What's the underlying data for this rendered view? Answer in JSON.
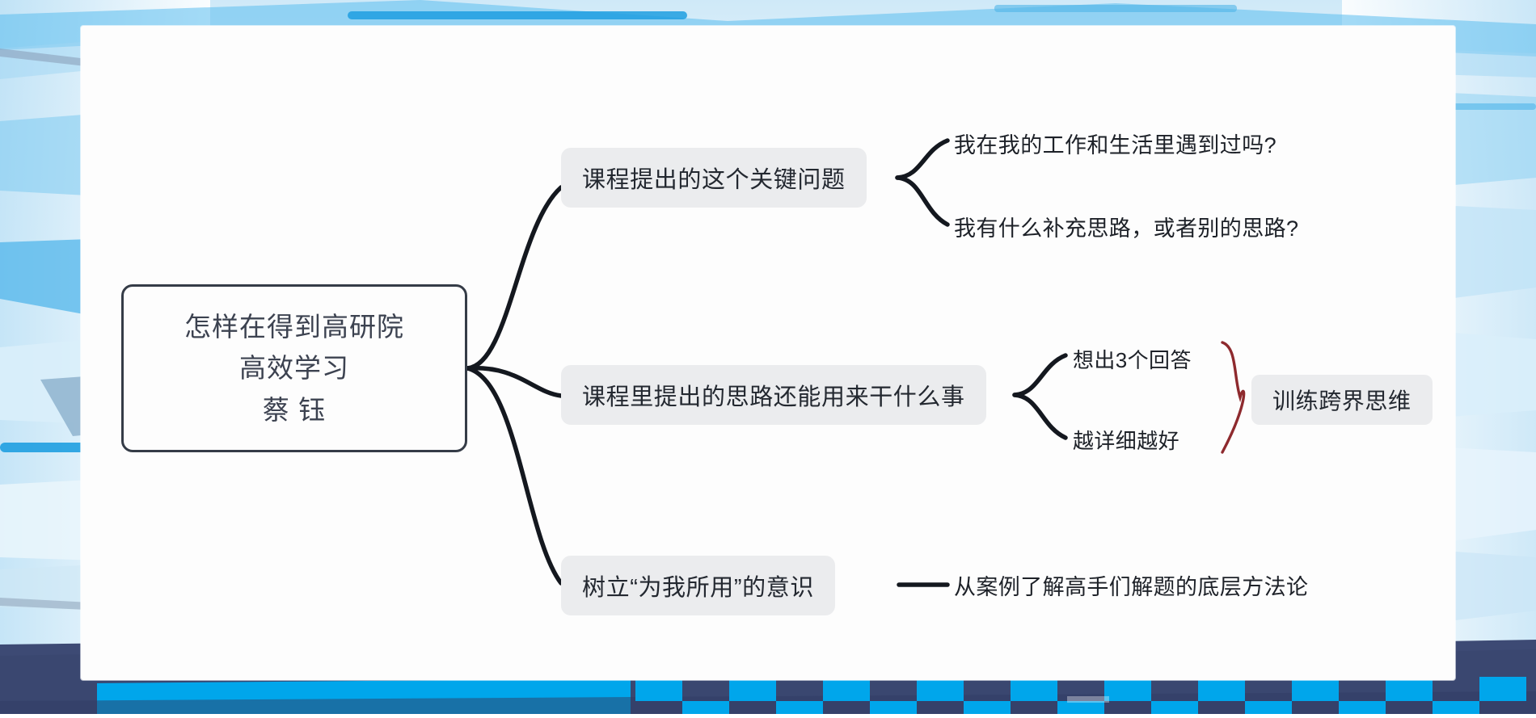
{
  "slide": {
    "background_style": "blue-brushstroke-abstract",
    "colors": {
      "connector": "#14181f",
      "root_border": "#353c47",
      "pill_background": "#ebecee",
      "brace_red": "#8e2a2e",
      "accent_blue": "#00a6eb",
      "navy_band": "#3d4a74"
    }
  },
  "mindmap": {
    "root": {
      "lines": [
        "怎样在得到高研院",
        "高效学习",
        "蔡 钰"
      ]
    },
    "branches": [
      {
        "id": "branch-1",
        "topic": "课程提出的这个关键问题",
        "children": [
          "我在我的工作和生活里遇到过吗?",
          "我有什么补充思路，或者别的思路?"
        ]
      },
      {
        "id": "branch-2",
        "topic": "课程里提出的思路还能用来干什么事",
        "children": [
          "想出3个回答",
          "越详细越好"
        ],
        "summary": "训练跨界思维"
      },
      {
        "id": "branch-3",
        "topic": "树立“为我所用”的意识",
        "children": [
          "从案例了解高手们解题的底层方法论"
        ]
      }
    ]
  }
}
